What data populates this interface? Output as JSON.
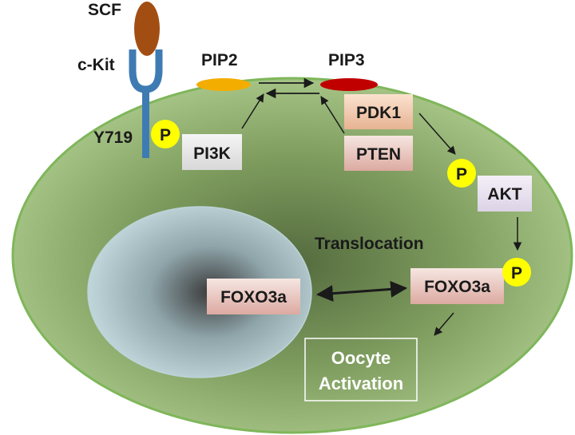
{
  "colors": {
    "cell_fill_center": "#546b3e",
    "cell_fill_edge": "#a9c78a",
    "cell_border": "#7fb65a",
    "nucleus_center": "#3a3a3a",
    "nucleus_edge": "#c9dfe3",
    "receptor": "#3f7bb3",
    "scf": "#a24e13",
    "pip2": "#f3ad00",
    "pip3": "#c00000",
    "phospho": "#ffff00",
    "box_top": "#f6e6e1",
    "box_bottom": "#dcaaa1",
    "box_akt": "#ece6f4",
    "arrow": "#1a1a1a"
  },
  "icons": {
    "scf": "scf-ligand-ellipse",
    "receptor": "c-kit-receptor-y-shape",
    "phosphate": "phosphate-circle"
  },
  "labels": {
    "scf": "SCF",
    "ckit": "c-Kit",
    "y719": "Y719",
    "pip2": "PIP2",
    "pip3": "PIP3",
    "translocation": "Translocation"
  },
  "phospho_symbol": "P",
  "boxes": {
    "pi3k": "PI3K",
    "pdk1": "PDK1",
    "pten": "PTEN",
    "akt": "AKT",
    "foxo3a_cyto": "FOXO3a",
    "foxo3a_nuc": "FOXO3a"
  },
  "outcome": {
    "line1": "Oocyte",
    "line2": "Activation"
  }
}
